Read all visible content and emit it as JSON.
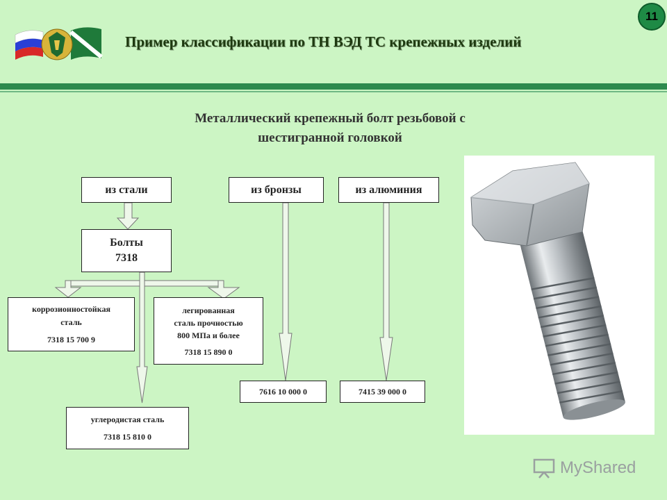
{
  "header": {
    "title": "Пример классификации по ТН ВЭД ТС крепежных изделий",
    "page_number": "11"
  },
  "diagram": {
    "subtitle_line1": "Металлический крепежный болт резьбовой с",
    "subtitle_line2": "шестигранной головкой",
    "nodes": {
      "steel": "из стали",
      "bronze": "из бронзы",
      "aluminium": "из алюминия",
      "bolts_label": "Болты",
      "bolts_code": "7318",
      "corrosion_line1": "коррозионностойкая",
      "corrosion_line2": "сталь",
      "corrosion_code": "7318 15 700 9",
      "alloy_line1": "легированная",
      "alloy_line2": "сталь прочностью",
      "alloy_line3": "800 МПа и более",
      "alloy_code": "7318 15 890 0",
      "carbon_label": "углеродистая сталь",
      "carbon_code": "7318 15 810 0",
      "bronze_code": "7616 10 000 0",
      "aluminium_code": "7415 39 000 0"
    }
  },
  "watermark": {
    "text": "MyShared"
  }
}
